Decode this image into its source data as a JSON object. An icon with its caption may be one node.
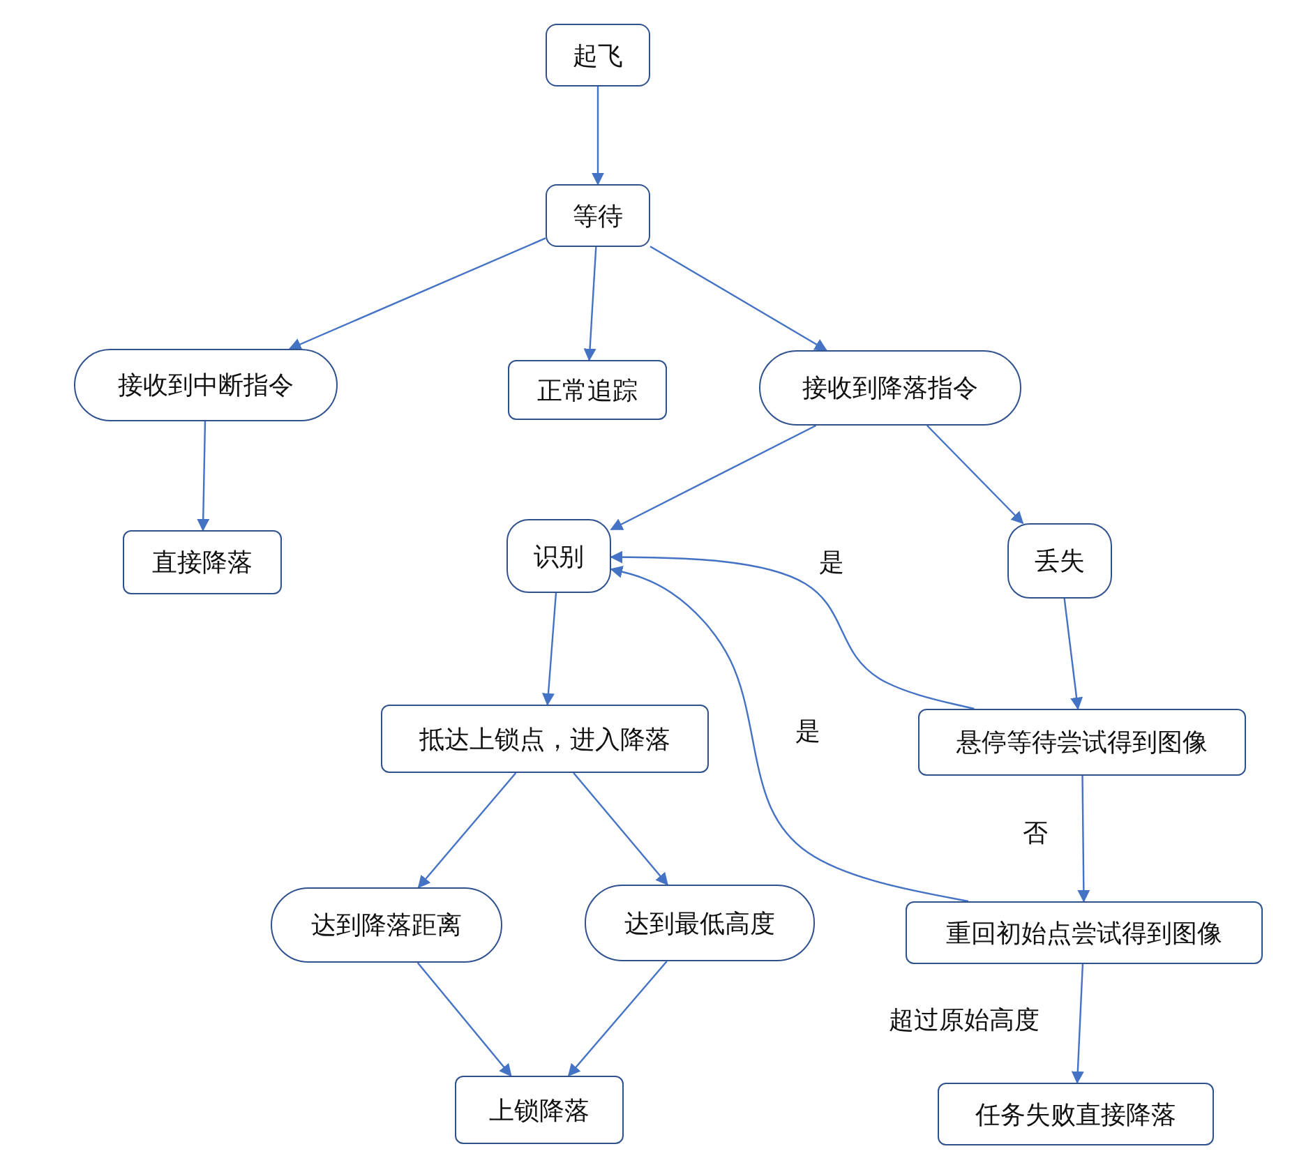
{
  "diagram": {
    "nodes": [
      {
        "text": [
          "起飞"
        ]
      },
      {
        "text": [
          "等待"
        ]
      },
      {
        "text": [
          "接收到中断指令"
        ]
      },
      {
        "text": [
          "正常追踪"
        ]
      },
      {
        "text": [
          "接收到降落指令"
        ]
      },
      {
        "text": [
          "直接降落"
        ]
      },
      {
        "text": [
          "识别"
        ]
      },
      {
        "text": [
          "丢失"
        ]
      },
      {
        "text": [
          "抵达上锁点，进入降落"
        ]
      },
      {
        "text": [
          "悬停等待尝试得到图像"
        ]
      },
      {
        "text": [
          "达到降落距离"
        ]
      },
      {
        "text": [
          "达到最低高度"
        ]
      },
      {
        "text": [
          "重回初始点尝试得到图像"
        ]
      },
      {
        "text": [
          "上锁降落"
        ]
      },
      {
        "text": [
          "任务失败直接降落"
        ]
      }
    ],
    "edges": [
      {
        "from": 0,
        "to": 1,
        "arrow": "to"
      },
      {
        "from": 1,
        "to": 2,
        "arrow": "to"
      },
      {
        "from": 1,
        "to": 3,
        "arrow": "to"
      },
      {
        "from": 1,
        "to": 4,
        "arrow": "to"
      },
      {
        "from": 2,
        "to": 5,
        "arrow": "to"
      },
      {
        "from": 4,
        "to": 6,
        "arrow": "to"
      },
      {
        "from": 4,
        "to": 7,
        "arrow": "to"
      },
      {
        "from": 7,
        "to": 9,
        "arrow": "to"
      },
      {
        "from": 9,
        "to": 6,
        "arrow": "to",
        "label": "是"
      },
      {
        "from": 9,
        "to": 12,
        "arrow": "to",
        "label": "否"
      },
      {
        "from": 12,
        "to": 6,
        "arrow": "to",
        "label": "是"
      },
      {
        "from": 12,
        "to": 14,
        "arrow": "to",
        "label": "超过原始高度"
      },
      {
        "from": 6,
        "to": 8,
        "arrow": "to"
      },
      {
        "from": 8,
        "to": 10,
        "arrow": "to"
      },
      {
        "from": 8,
        "to": 11,
        "arrow": "to"
      },
      {
        "from": 10,
        "to": 13,
        "arrow": "to"
      },
      {
        "from": 11,
        "to": 13,
        "arrow": "to"
      }
    ]
  }
}
